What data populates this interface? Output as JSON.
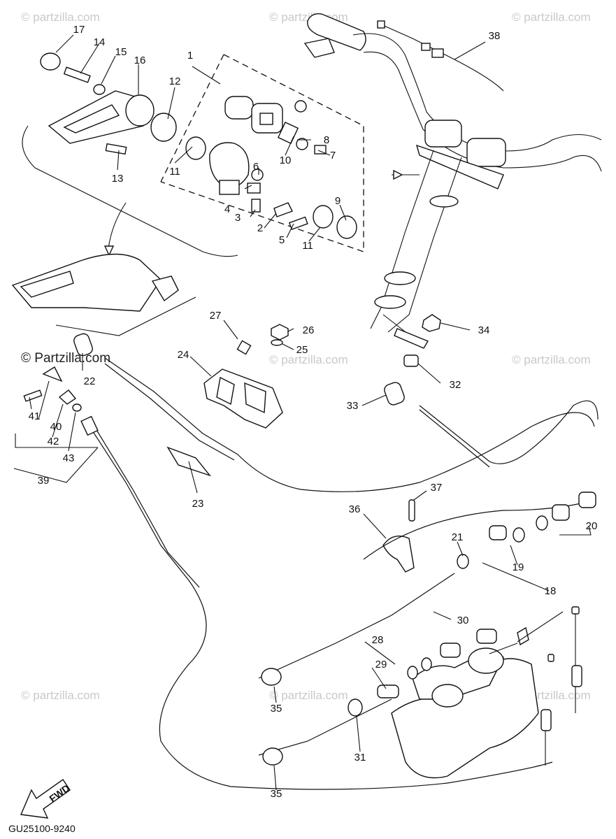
{
  "diagram_code": "GU25100-9240",
  "fwd_label": "FWD",
  "watermark": "© Partzilla.com",
  "watermark_faint": "© partzilla.com",
  "callouts": [
    {
      "id": "c1",
      "label": "1"
    },
    {
      "id": "c2",
      "label": "2"
    },
    {
      "id": "c3",
      "label": "3"
    },
    {
      "id": "c4",
      "label": "4"
    },
    {
      "id": "c5",
      "label": "5"
    },
    {
      "id": "c6",
      "label": "6"
    },
    {
      "id": "c7",
      "label": "7"
    },
    {
      "id": "c8",
      "label": "8"
    },
    {
      "id": "c9",
      "label": "9"
    },
    {
      "id": "c10",
      "label": "10"
    },
    {
      "id": "c11a",
      "label": "11"
    },
    {
      "id": "c11b",
      "label": "11"
    },
    {
      "id": "c12",
      "label": "12"
    },
    {
      "id": "c13",
      "label": "13"
    },
    {
      "id": "c14",
      "label": "14"
    },
    {
      "id": "c15",
      "label": "15"
    },
    {
      "id": "c16",
      "label": "16"
    },
    {
      "id": "c17",
      "label": "17"
    },
    {
      "id": "c18",
      "label": "18"
    },
    {
      "id": "c19",
      "label": "19"
    },
    {
      "id": "c20",
      "label": "20"
    },
    {
      "id": "c21",
      "label": "21"
    },
    {
      "id": "c22",
      "label": "22"
    },
    {
      "id": "c23",
      "label": "23"
    },
    {
      "id": "c24",
      "label": "24"
    },
    {
      "id": "c25",
      "label": "25"
    },
    {
      "id": "c26",
      "label": "26"
    },
    {
      "id": "c27",
      "label": "27"
    },
    {
      "id": "c28",
      "label": "28"
    },
    {
      "id": "c29",
      "label": "29"
    },
    {
      "id": "c30",
      "label": "30"
    },
    {
      "id": "c31",
      "label": "31"
    },
    {
      "id": "c32",
      "label": "32"
    },
    {
      "id": "c33",
      "label": "33"
    },
    {
      "id": "c34",
      "label": "34"
    },
    {
      "id": "c35a",
      "label": "35"
    },
    {
      "id": "c35b",
      "label": "35"
    },
    {
      "id": "c36",
      "label": "36"
    },
    {
      "id": "c37",
      "label": "37"
    },
    {
      "id": "c38",
      "label": "38"
    },
    {
      "id": "c39",
      "label": "39"
    },
    {
      "id": "c40",
      "label": "40"
    },
    {
      "id": "c41",
      "label": "41"
    },
    {
      "id": "c42",
      "label": "42"
    },
    {
      "id": "c43",
      "label": "43"
    }
  ]
}
